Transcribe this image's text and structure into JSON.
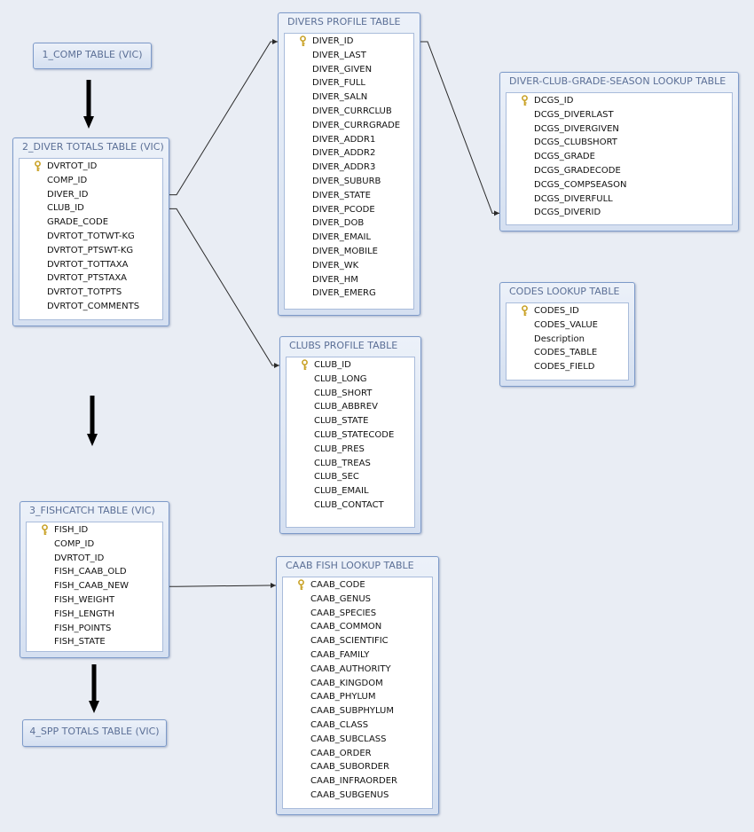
{
  "tables": [
    {
      "id": "comp",
      "title": "1_COMP TABLE (VIC)",
      "fields": [],
      "key": []
    },
    {
      "id": "divertot",
      "title": "2_DIVER TOTALS TABLE (VIC)",
      "fields": [
        "DVRTOT_ID",
        "COMP_ID",
        "DIVER_ID",
        "CLUB_ID",
        "GRADE_CODE",
        "DVRTOT_TOTWT-KG",
        "DVRTOT_PTSWT-KG",
        "DVRTOT_TOTTAXA",
        "DVRTOT_PTSTAXA",
        "DVRTOT_TOTPTS",
        "DVRTOT_COMMENTS"
      ],
      "key": [
        0
      ]
    },
    {
      "id": "fishcatch",
      "title": "3_FISHCATCH TABLE (VIC)",
      "fields": [
        "FISH_ID",
        "COMP_ID",
        "DVRTOT_ID",
        "FISH_CAAB_OLD",
        "FISH_CAAB_NEW",
        "FISH_WEIGHT",
        "FISH_LENGTH",
        "FISH_POINTS",
        "FISH_STATE"
      ],
      "key": [
        0
      ]
    },
    {
      "id": "spp",
      "title": "4_SPP TOTALS TABLE (VIC)",
      "fields": [],
      "key": []
    },
    {
      "id": "divers",
      "title": "DIVERS PROFILE TABLE",
      "fields": [
        "DIVER_ID",
        "DIVER_LAST",
        "DIVER_GIVEN",
        "DIVER_FULL",
        "DIVER_SALN",
        "DIVER_CURRCLUB",
        "DIVER_CURRGRADE",
        "DIVER_ADDR1",
        "DIVER_ADDR2",
        "DIVER_ADDR3",
        "DIVER_SUBURB",
        "DIVER_STATE",
        "DIVER_PCODE",
        "DIVER_DOB",
        "DIVER_EMAIL",
        "DIVER_MOBILE",
        "DIVER_WK",
        "DIVER_HM",
        "DIVER_EMERG"
      ],
      "key": [
        0
      ]
    },
    {
      "id": "clubs",
      "title": "CLUBS PROFILE TABLE",
      "fields": [
        "CLUB_ID",
        "CLUB_LONG",
        "CLUB_SHORT",
        "CLUB_ABBREV",
        "CLUB_STATE",
        "CLUB_STATECODE",
        "CLUB_PRES",
        "CLUB_TREAS",
        "CLUB_SEC",
        "CLUB_EMAIL",
        "CLUB_CONTACT"
      ],
      "key": [
        0
      ]
    },
    {
      "id": "caab",
      "title": "CAAB FISH LOOKUP TABLE",
      "fields": [
        "CAAB_CODE",
        "CAAB_GENUS",
        "CAAB_SPECIES",
        "CAAB_COMMON",
        "CAAB_SCIENTIFIC",
        "CAAB_FAMILY",
        "CAAB_AUTHORITY",
        "CAAB_KINGDOM",
        "CAAB_PHYLUM",
        "CAAB_SUBPHYLUM",
        "CAAB_CLASS",
        "CAAB_SUBCLASS",
        "CAAB_ORDER",
        "CAAB_SUBORDER",
        "CAAB_INFRAORDER",
        "CAAB_SUBGENUS"
      ],
      "key": [
        0
      ]
    },
    {
      "id": "dcgs",
      "title": "DIVER-CLUB-GRADE-SEASON LOOKUP TABLE",
      "fields": [
        "DCGS_ID",
        "DCGS_DIVERLAST",
        "DCGS_DIVERGIVEN",
        "DCGS_CLUBSHORT",
        "DCGS_GRADE",
        "DCGS_GRADECODE",
        "DCGS_COMPSEASON",
        "DCGS_DIVERFULL",
        "DCGS_DIVERID"
      ],
      "key": [
        0
      ]
    },
    {
      "id": "codes",
      "title": "CODES LOOKUP TABLE",
      "fields": [
        "CODES_ID",
        "CODES_VALUE",
        "Description",
        "CODES_TABLE",
        "CODES_FIELD"
      ],
      "key": [
        0
      ]
    }
  ],
  "relationships": [
    {
      "from": "divertot.DIVER_ID",
      "to": "divers.DIVER_ID"
    },
    {
      "from": "divertot.CLUB_ID",
      "to": "clubs.CLUB_ID"
    },
    {
      "from": "divers.DIVER_ID",
      "to": "dcgs.DCGS_DIVERID"
    },
    {
      "from": "fishcatch.FISH_CAAB_NEW",
      "to": "caab.CAAB_CODE"
    }
  ],
  "flow_arrows": [
    {
      "from": "comp",
      "to": "divertot"
    },
    {
      "from": "divertot",
      "to": "fishcatch"
    },
    {
      "from": "fishcatch",
      "to": "spp"
    }
  ],
  "colors": {
    "frame_border": "#7d9ac9",
    "title_text": "#5b6f96",
    "background": "#e9edf4",
    "key_icon": "#c9a227",
    "arrow": "#000000"
  },
  "icons": {
    "primary_key": "key-icon"
  }
}
